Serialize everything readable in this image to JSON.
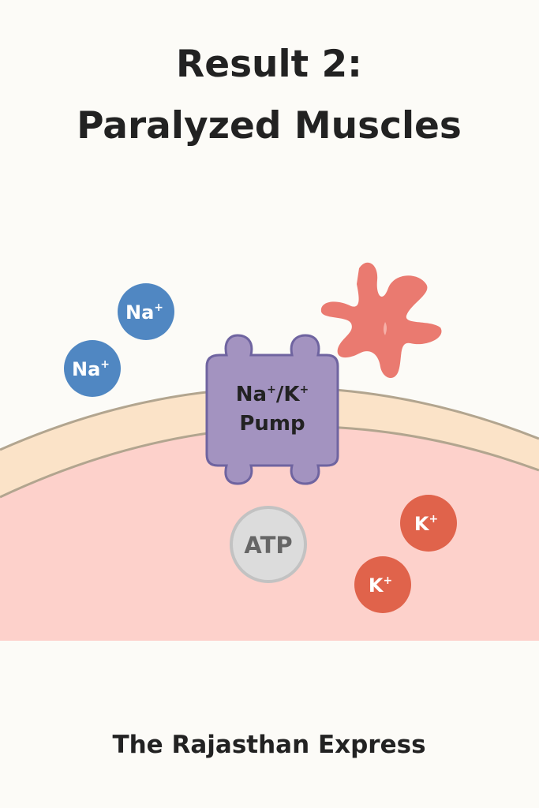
{
  "title": {
    "line1": "Result 2:",
    "line2": "Paralyzed Muscles"
  },
  "ions": {
    "sodium": {
      "label": "Na",
      "charge": "+"
    },
    "potassium": {
      "label": "K",
      "charge": "+"
    }
  },
  "pump": {
    "line1_a": "Na",
    "line1_b": "+",
    "line1_c": "/K",
    "line1_d": "+",
    "line2": "Pump"
  },
  "atp": {
    "label": "ATP"
  },
  "footer": {
    "text": "The Rajasthan Express"
  },
  "colors": {
    "sodium": "#5087c2",
    "potassium": "#e0634b",
    "pump": "#a393c0",
    "toxin": "#ea7a70",
    "cell": "#fdd1cb",
    "membrane": "#fbe3c8"
  }
}
